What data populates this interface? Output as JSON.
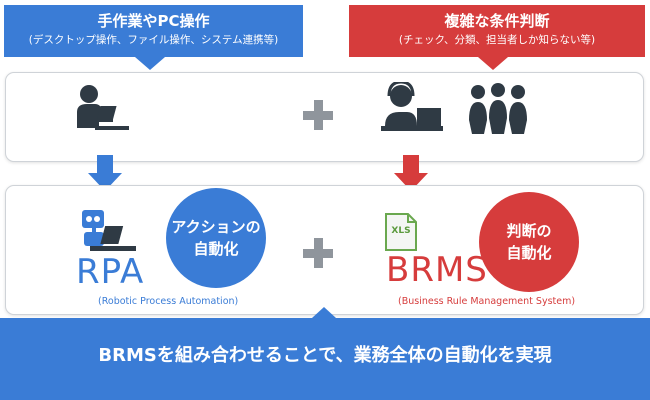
{
  "left_callout": {
    "title": "手作業やPC操作",
    "subtitle": "(デスクトップ操作、ファイル操作、システム連携等)"
  },
  "right_callout": {
    "title": "複雑な条件判断",
    "subtitle": "(チェック、分類、担当者しか知らない等)"
  },
  "rpa": {
    "circle_line1": "アクションの",
    "circle_line2": "自動化",
    "name": "RPA",
    "full_name": "(Robotic Process Automation)"
  },
  "brms": {
    "file_icon_label": "XLS",
    "circle_line1": "判断の",
    "circle_line2": "自動化",
    "name": "BRMS",
    "full_name": "(Business Rule Management System)"
  },
  "banner": {
    "text": "BRMSを組み合わせることで、業務全体の自動化を実現"
  },
  "colors": {
    "blue": "#3a7cd6",
    "red": "#d63c3c",
    "gray": "#8f959c",
    "dark": "#2f3a44"
  }
}
